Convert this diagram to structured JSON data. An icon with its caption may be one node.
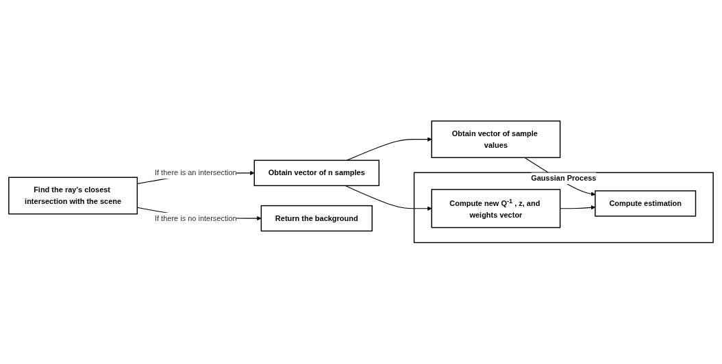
{
  "diagram": {
    "nodes": [
      {
        "text": [
          "Find the ray's closest intersection with the scene"
        ]
      },
      {
        "text": [
          "Obtain vector of n samples"
        ]
      },
      {
        "text": [
          "Return the background"
        ]
      },
      {
        "text": [
          "Obtain vector of sample values"
        ]
      },
      {
        "text": [
          "Gaussian Process"
        ]
      },
      {
        "text": [
          "Compute new Q$^{-1}$ , z, and weights vector"
        ],
        "in": 4
      },
      {
        "text": [
          "Compute estimation"
        ],
        "in": 4
      }
    ],
    "edges": [
      {
        "from": 0,
        "to": 1,
        "arrow": "to",
        "label": "If there is an intersection"
      },
      {
        "from": 0,
        "to": 2,
        "arrow": "to",
        "label": "If there is no intersection"
      },
      {
        "from": 1,
        "to": 3,
        "arrow": "to"
      },
      {
        "from": 1,
        "to": 5,
        "arrow": "to"
      },
      {
        "from": 3,
        "to": 6,
        "arrow": "to"
      },
      {
        "from": 5,
        "to": 6,
        "arrow": "to"
      }
    ]
  }
}
